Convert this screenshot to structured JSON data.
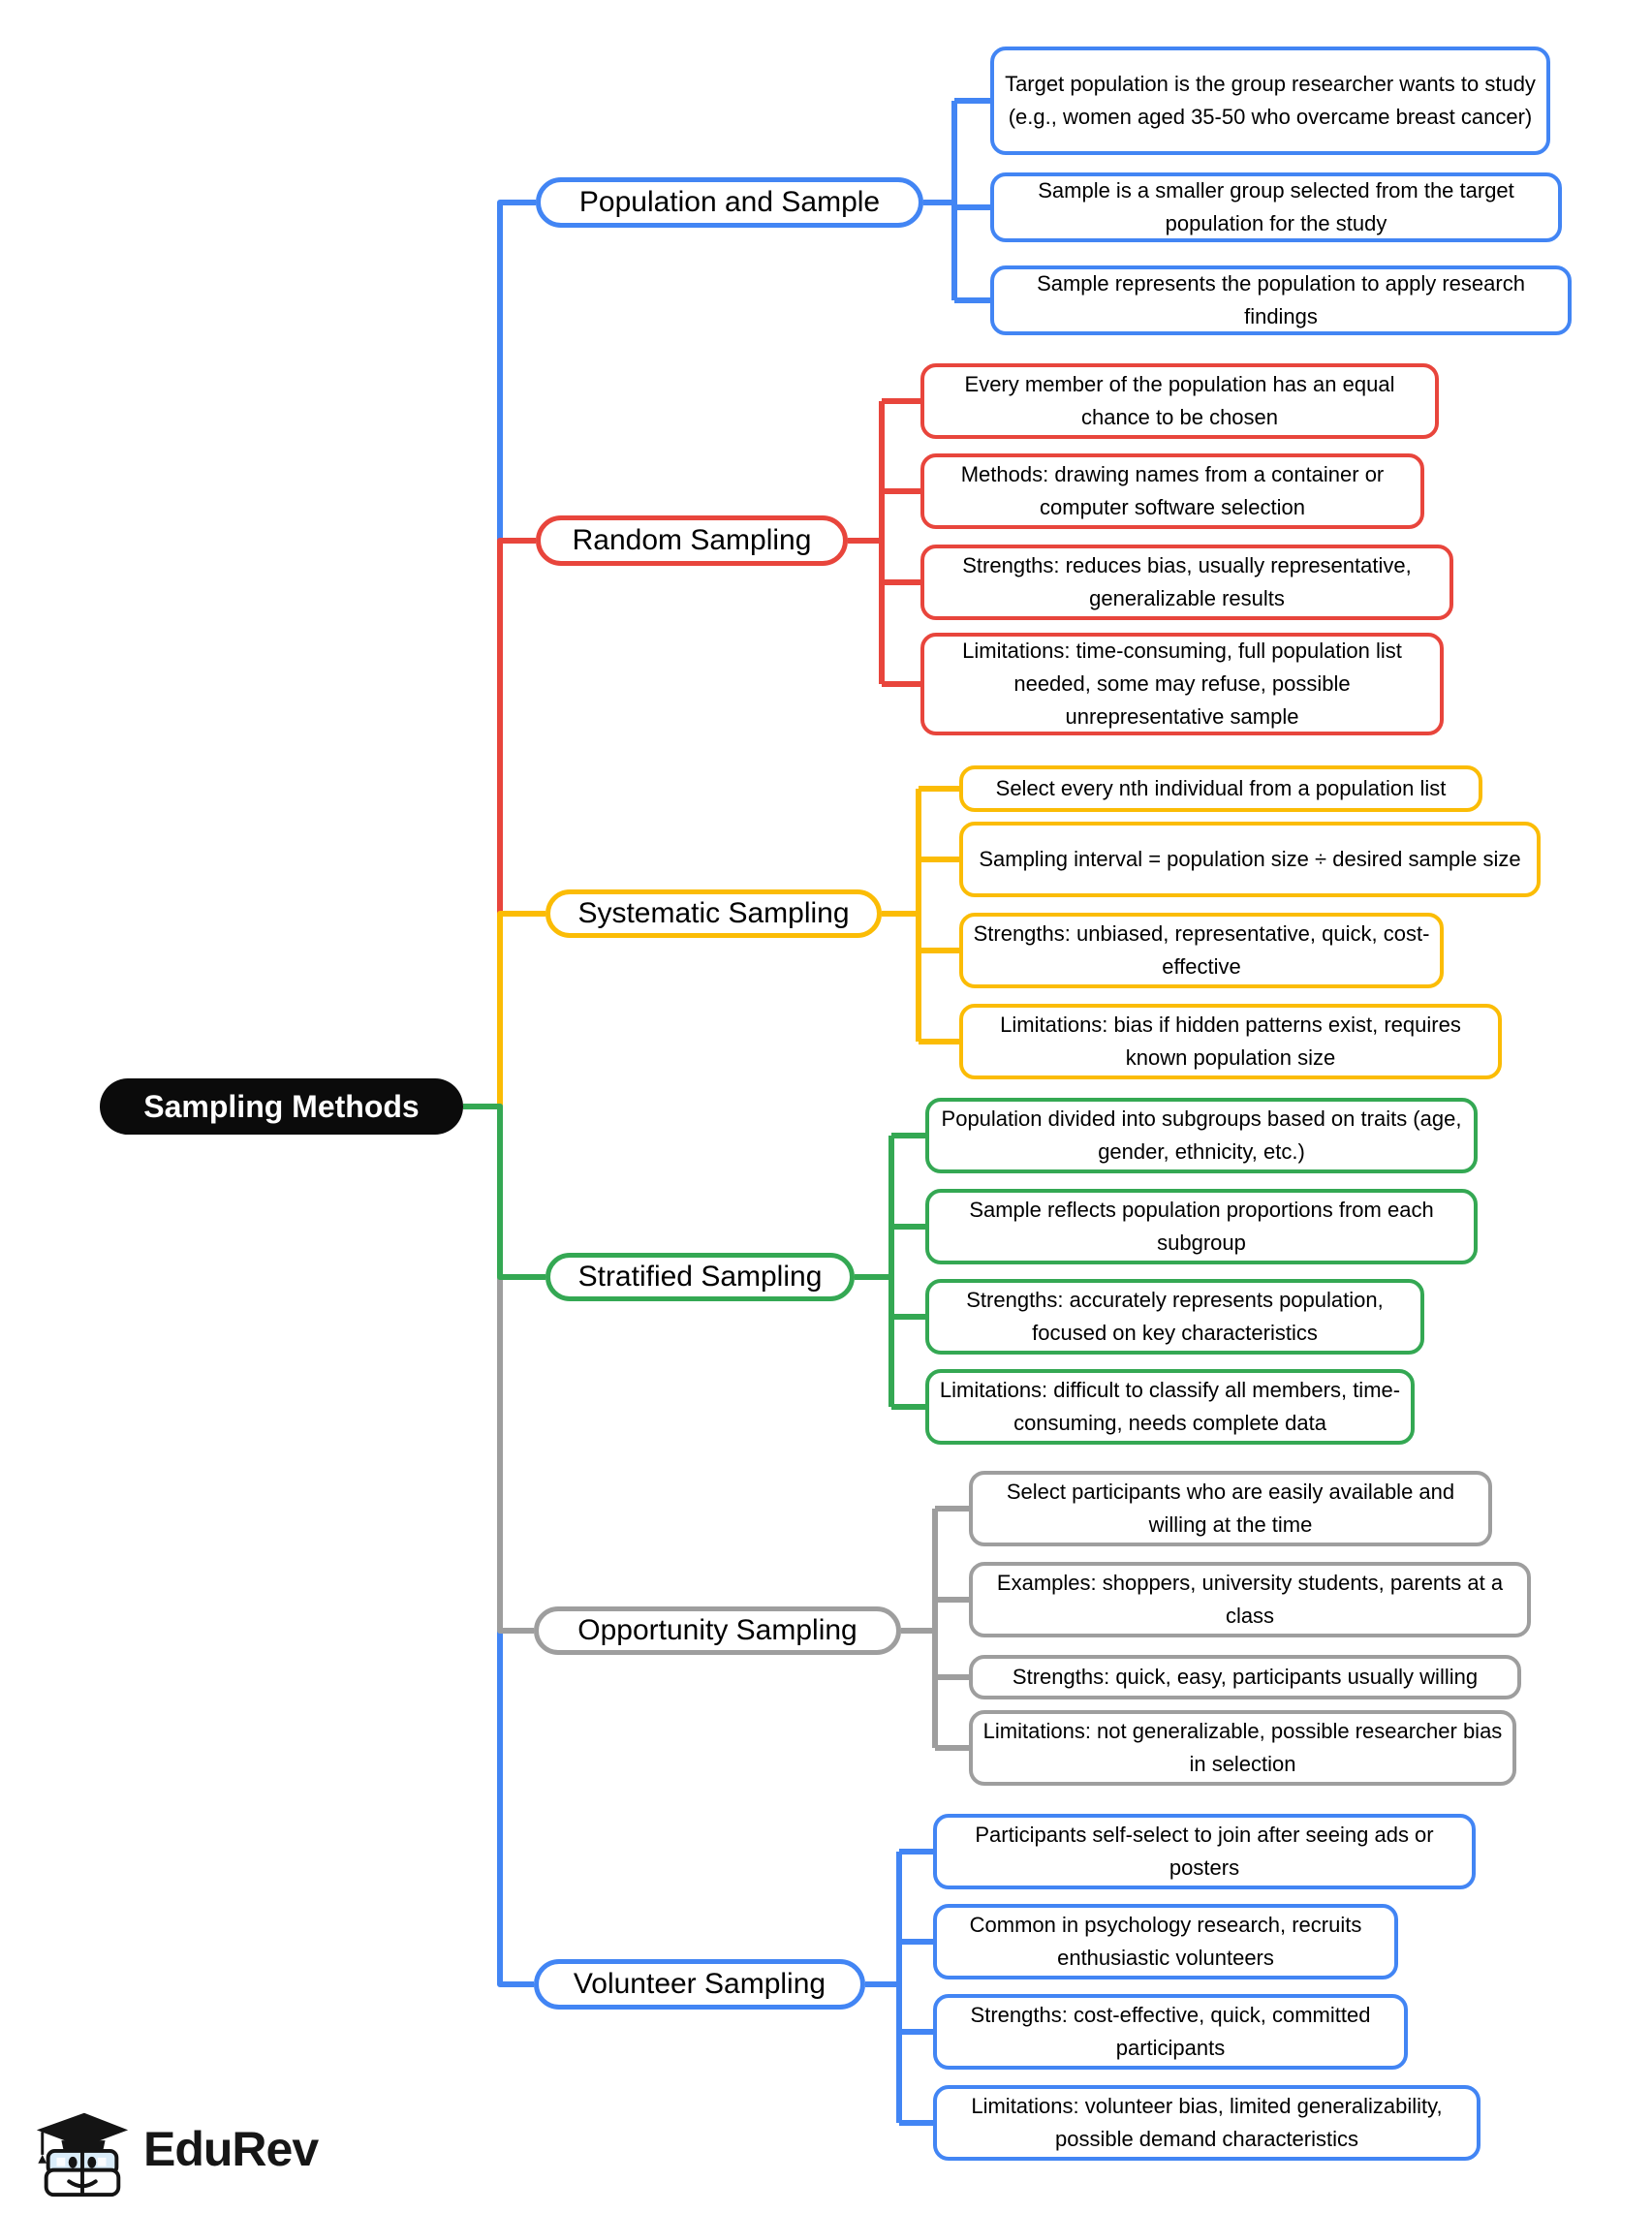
{
  "root": {
    "label": "Sampling Methods"
  },
  "palette": {
    "blue": "#4285F4",
    "red": "#E8453C",
    "yellow": "#FBBC05",
    "green": "#34A853",
    "gray": "#9E9E9E",
    "root_bg": "#0B0B0B"
  },
  "branches": [
    {
      "label": "Population and Sample",
      "color": "#4285F4",
      "leaves": [
        "Target population is the group researcher wants to study (e.g., women aged 35-50 who overcame breast cancer)",
        "Sample is a smaller group selected from the target population for the study",
        "Sample represents the population to apply research findings"
      ]
    },
    {
      "label": "Random Sampling",
      "color": "#E8453C",
      "leaves": [
        "Every member of the population has an equal chance to be chosen",
        "Methods: drawing names from a container or computer software selection",
        "Strengths: reduces bias, usually representative, generalizable results",
        "Limitations: time-consuming, full population list needed, some may refuse, possible unrepresentative sample"
      ]
    },
    {
      "label": "Systematic Sampling",
      "color": "#FBBC05",
      "leaves": [
        "Select every nth individual from a population list",
        "Sampling interval = population size ÷ desired sample size",
        "Strengths: unbiased, representative, quick, cost-effective",
        "Limitations: bias if hidden patterns exist, requires known population size"
      ]
    },
    {
      "label": "Stratified Sampling",
      "color": "#34A853",
      "leaves": [
        "Population divided into subgroups based on traits (age, gender, ethnicity, etc.)",
        "Sample reflects population proportions from each subgroup",
        "Strengths: accurately represents population, focused on key characteristics",
        "Limitations: difficult to classify all members, time-consuming, needs complete data"
      ]
    },
    {
      "label": "Opportunity Sampling",
      "color": "#9E9E9E",
      "leaves": [
        "Select participants who are easily available and willing at the time",
        "Examples: shoppers, university students, parents at a class",
        "Strengths: quick, easy, participants usually willing",
        "Limitations: not generalizable, possible researcher bias in selection"
      ]
    },
    {
      "label": "Volunteer Sampling",
      "color": "#4285F4",
      "leaves": [
        "Participants self-select to join after seeing ads or posters",
        "Common in psychology research, recruits enthusiastic volunteers",
        "Strengths: cost-effective, quick, committed participants",
        "Limitations: volunteer bias, limited generalizability, possible demand characteristics"
      ]
    }
  ],
  "logo": {
    "text": "EduRev"
  }
}
